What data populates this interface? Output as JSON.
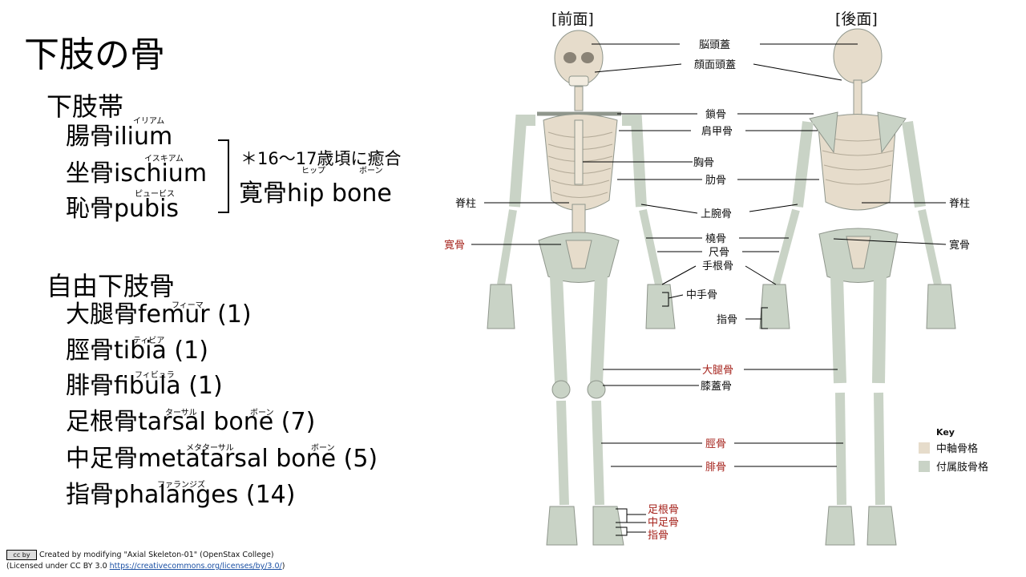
{
  "title": "下肢の骨",
  "girdle": {
    "heading": "下肢帯",
    "items": [
      {
        "jp": "腸骨",
        "en": "ilium",
        "ruby": "イリアム"
      },
      {
        "jp": "坐骨",
        "en": "ischium",
        "ruby": "イスキアム"
      },
      {
        "jp": "恥骨",
        "en": "pubis",
        "ruby": "ピュービス"
      }
    ],
    "fusion_note": "＊16～17歳頃に癒合",
    "hip_jp": "寛骨",
    "hip_en": "hip bone",
    "hip_ruby_1": "ヒップ",
    "hip_ruby_2": "ボーン"
  },
  "free": {
    "heading": "自由下肢骨",
    "items": [
      {
        "jp": "大腿骨",
        "en": "femur",
        "count": "(1)",
        "ruby": "フィーマ"
      },
      {
        "jp": "脛骨",
        "en": "tibia",
        "count": "(1)",
        "ruby": "ティビア"
      },
      {
        "jp": "腓骨",
        "en": "fibula",
        "count": "(1)",
        "ruby": "フィビュラ"
      },
      {
        "jp": "足根骨",
        "en": "tarsal bone",
        "count": "(7)",
        "ruby": "ターサル",
        "ruby2": "ボーン"
      },
      {
        "jp": "中足骨",
        "en": "metatarsal bone",
        "count": "(5)",
        "ruby": "メタターサル",
        "ruby2": "ボーン"
      },
      {
        "jp": "指骨",
        "en": "phalanges",
        "count": "(14)",
        "ruby": "ファランジズ"
      }
    ]
  },
  "diagram": {
    "front_label": "[前面]",
    "back_label": "[後面]",
    "labels": {
      "cranium": "脳頭蓋",
      "facial": "顔面頭蓋",
      "clavicle": "鎖骨",
      "scapula": "肩甲骨",
      "sternum": "胸骨",
      "rib": "肋骨",
      "spine_left": "脊柱",
      "spine_right": "脊柱",
      "humerus": "上腕骨",
      "hip_left": "寛骨",
      "hip_right": "寛骨",
      "radius": "橈骨",
      "ulna": "尺骨",
      "carpal": "手根骨",
      "metacarpal": "中手骨",
      "finger": "指骨",
      "femur": "大腿骨",
      "patella": "膝蓋骨",
      "tibia": "脛骨",
      "fibula": "腓骨",
      "tarsal": "足根骨",
      "metatarsal": "中足骨",
      "toe": "指骨"
    },
    "key": {
      "title": "Key",
      "axial": "中軸骨格",
      "appendicular": "付属肢骨格",
      "axial_color": "#e6dccb",
      "appendicular_color": "#c9d3c6"
    },
    "colors": {
      "red_label": "#a6231c",
      "bone_axial": "#e6dccb",
      "bone_appendicular": "#c9d3c6",
      "bone_stroke": "#8f968c"
    }
  },
  "credit": {
    "cc_badge": "cc by",
    "line1": "Created by modifying \"Axial Skeleton-01\" (OpenStax College)",
    "line2_prefix": "(Licensed under CC BY 3.0 ",
    "link": "https://creativecommons.org/licenses/by/3.0/",
    "line2_suffix": ")"
  }
}
